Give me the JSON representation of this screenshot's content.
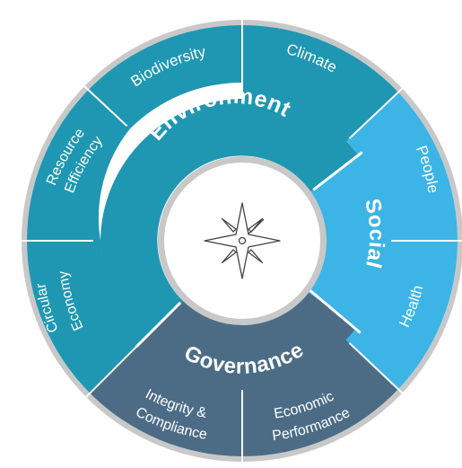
{
  "colors": {
    "environment": "#1f97b2",
    "social": "#3cb4e6",
    "governance": "#4c6c86",
    "ring_outline": "#c8c8c8",
    "divider": "#ffffff",
    "center_fill": "#ffffff",
    "compass_stroke": "#444444"
  },
  "categories": {
    "environment": "Environment",
    "social": "Social",
    "governance": "Governance"
  },
  "segments": {
    "climate": "Climate",
    "biodiversity": "Biodiversity",
    "resource_efficiency_1": "Resource",
    "resource_efficiency_2": "Efficiency",
    "circular_economy_1": "Circular",
    "circular_economy_2": "Economy",
    "integrity_compliance_1": "Integrity &",
    "integrity_compliance_2": "Compliance",
    "economic_performance_1": "Economic",
    "economic_performance_2": "Performance",
    "health": "Health",
    "people": "People"
  },
  "center_icon": "compass-star-icon"
}
